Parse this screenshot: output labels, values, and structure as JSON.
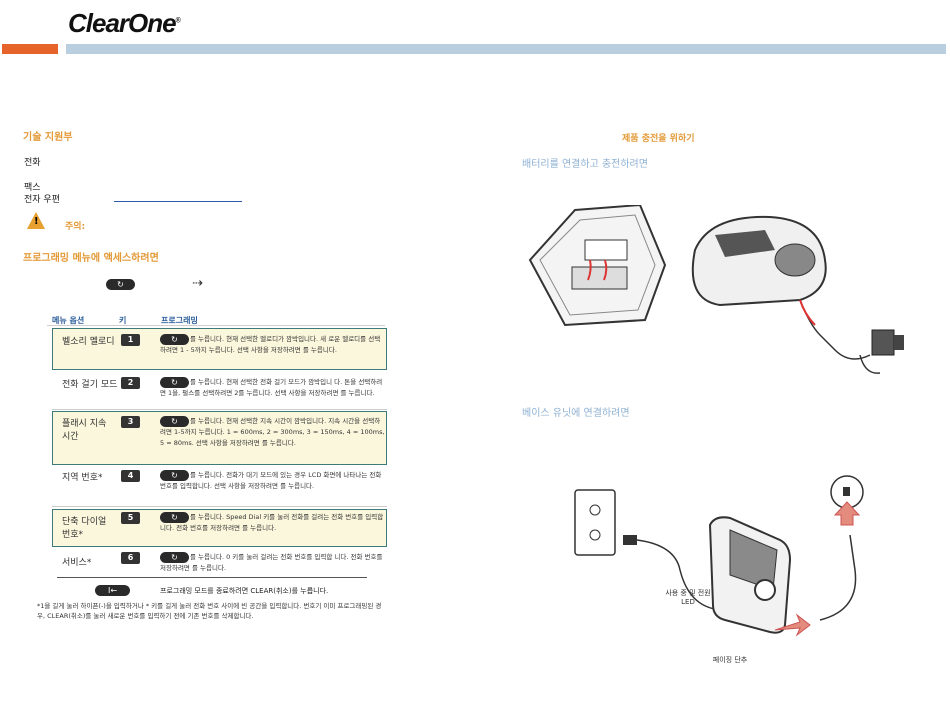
{
  "header": {
    "logo": "ClearOne"
  },
  "left": {
    "tech_support": {
      "title": "기술 지원부",
      "phone_label": "전화",
      "fax_label": "팩스",
      "email_label": "전자 우편"
    },
    "caution": {
      "label": "주의:"
    },
    "programming": {
      "title": "프로그래밍 메뉴에 액세스하려면",
      "menu_key": "↻",
      "arrow_icon": "arrow-right-icon"
    },
    "table": {
      "headers": [
        "메뉴 옵션",
        "키",
        "프로그래밍"
      ],
      "rows": [
        {
          "name": "벨소리 멜로디",
          "key": "1",
          "pre": "↻",
          "desc": "를 누릅니다. 현재 선택한 멜로디가 깜박입니다. 새 로운 멜로디를 선택하려면 1 - 5까지 누릅니다. 선택 사항을 저장하려면",
          "post": "를 누릅니다."
        },
        {
          "name": "전화 걸기 모드",
          "key": "2",
          "pre": "↻",
          "desc": "를 누릅니다. 현재 선택한 전화 걸기 모드가 깜박입니 다. 톤을 선택하려면 1을, 펄스를 선택하려면 2를 누릅니다. 선택 사항을 저장하려면",
          "post": "를 누릅니다."
        },
        {
          "name": "플래시 지속 시간",
          "key": "3",
          "pre": "↻",
          "desc": "를 누릅니다. 현재 선택한 지속 시간이 깜박입니다. 지속 시간을 선택하려면 1-5까지 누릅니다. 1 = 600ms, 2 = 300ms, 3 = 150ms, 4 = 100ms, 5 = 80ms. 선택 사항을 저장하려면",
          "post": "를 누릅니다."
        },
        {
          "name": "지역 번호*",
          "key": "4",
          "pre": "↻",
          "desc": "를 누릅니다. 전화가 대기 모드에 있는 경우 LCD 화면에 나타나는 전화 번호를 입력합니다. 선택 사항을 저장하려면",
          "post": "를 누릅니다."
        },
        {
          "name": "단축 다이얼 번호*",
          "key": "5",
          "pre": "↻",
          "desc": "를 누릅니다. Speed Dial 키를 눌러 전화를 걸려는 전화 번호를 입력합니다. 전화 번호를 저장하려면",
          "post": "를 누릅니다."
        },
        {
          "name": "서비스*",
          "key": "6",
          "pre": "↻",
          "desc": "를 누릅니다. 0 키를 눌러 걸려는 전화 번호를 입력합 니다. 전화 번호를 저장하려면",
          "post": "를 누릅니다."
        }
      ],
      "end_key": "I←",
      "end_text": "프로그래밍 모드를 종료하려면 CLEAR(취소)를 누릅니다."
    },
    "footnote": "*1을 길게 눌러 하이픈(-)을 입력하거나 * 키를 길게 눌러 전화 번호 사이에 빈 공간을 입력합니다. 번호기 이미 프로그래밍된 경우, CLEAR(취소)를 눌러 새로운 번호를 입력하기 전에 기존 번호를 삭제합니다."
  },
  "right": {
    "title": "제품 충전을 위하기",
    "battery": {
      "title": "배터리를 연결하고 충전하려면"
    },
    "base": {
      "title": "베이스 유닛에 연결하려면",
      "caption_led": "사용 중 및 전원 LED",
      "caption_jack": "페이징 단추"
    }
  }
}
